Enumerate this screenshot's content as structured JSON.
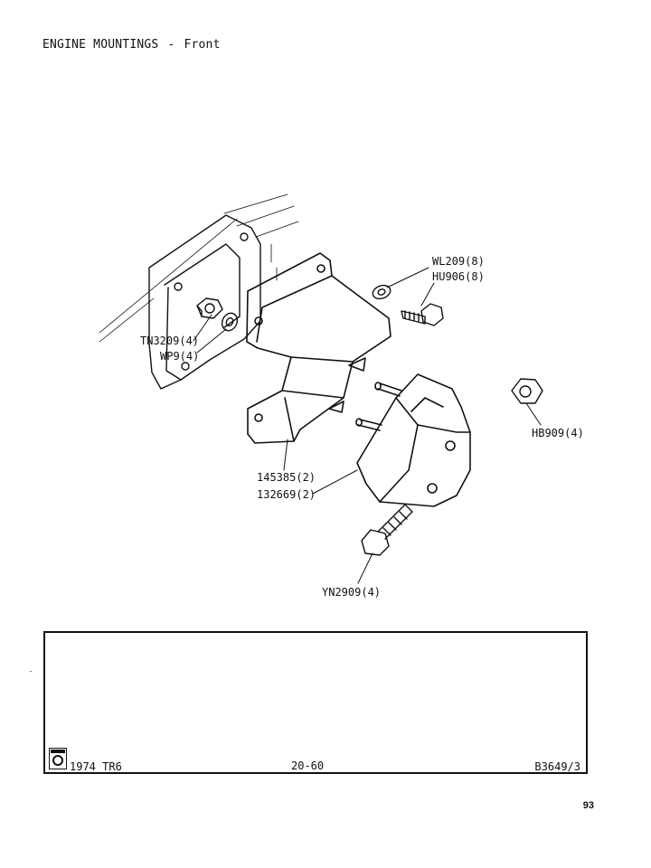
{
  "header": {
    "title": "ENGINE MOUNTINGS",
    "separator": "-",
    "subtitle": "Front"
  },
  "diagram": {
    "callouts": [
      {
        "id": "wl209",
        "label": "WL209(8)"
      },
      {
        "id": "hu906",
        "label": "HU906(8)"
      },
      {
        "id": "tn3209",
        "label": "TN3209(4)"
      },
      {
        "id": "wp9",
        "label": "WP9(4)"
      },
      {
        "id": "hb909",
        "label": "HB909(4)"
      },
      {
        "id": "p145385",
        "label": "145385(2)"
      },
      {
        "id": "p132669",
        "label": "132669(2)"
      },
      {
        "id": "yn2909",
        "label": "YN2909(4)"
      }
    ]
  },
  "footer": {
    "model": "1974 TR6",
    "section": "20-60",
    "plate": "B3649/3"
  },
  "page_number": "93"
}
